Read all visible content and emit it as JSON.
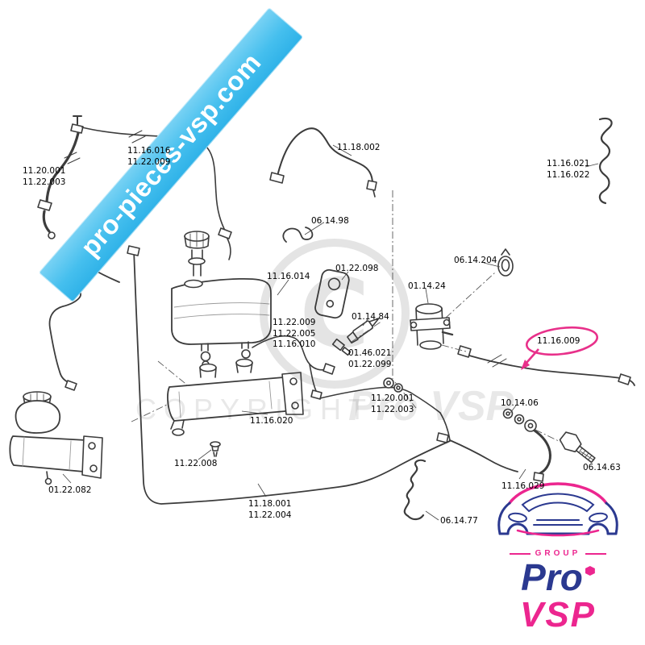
{
  "banner": {
    "text": "pro-pieces-vsp.com"
  },
  "watermark": {
    "word": "COPYRIGHT",
    "brand": "Pro VSP",
    "symbol": "C"
  },
  "labels": [
    {
      "text": "11.20.001\n11.22.003"
    },
    {
      "text": "11.16.016\n11.22.009"
    },
    {
      "text": "11.18.002"
    },
    {
      "text": "11.16.021\n11.16.022"
    },
    {
      "text": "06.14.98"
    },
    {
      "text": "11.16.014"
    },
    {
      "text": "01.22.098"
    },
    {
      "text": "06.14.204"
    },
    {
      "text": "01.14.24"
    },
    {
      "text": "11.22.009\n11.22.005\n11.16.010"
    },
    {
      "text": "01.14.84"
    },
    {
      "text": "01.46.021\n01.22.099"
    },
    {
      "text": "11.16.009"
    },
    {
      "text": "11.20.001\n11.22.003"
    },
    {
      "text": "10.14.06"
    },
    {
      "text": "11.16.020"
    },
    {
      "text": "11.22.008"
    },
    {
      "text": "06.14.63"
    },
    {
      "text": "01.22.082"
    },
    {
      "text": "11.18.001\n11.22.004"
    },
    {
      "text": "11.16.029"
    },
    {
      "text": "06.14.77"
    }
  ],
  "highlight": {
    "label": "11.16.009",
    "color": "#e8308a"
  },
  "logo": {
    "group_label": "GROUP",
    "line1": "Pro",
    "line2": "VSP"
  },
  "colors": {
    "banner_blue": "#45bfee",
    "logo_blue": "#2b3990",
    "logo_pink": "#ec268f",
    "highlight_pink": "#e8308a",
    "line_color": "#3c3c3c"
  }
}
